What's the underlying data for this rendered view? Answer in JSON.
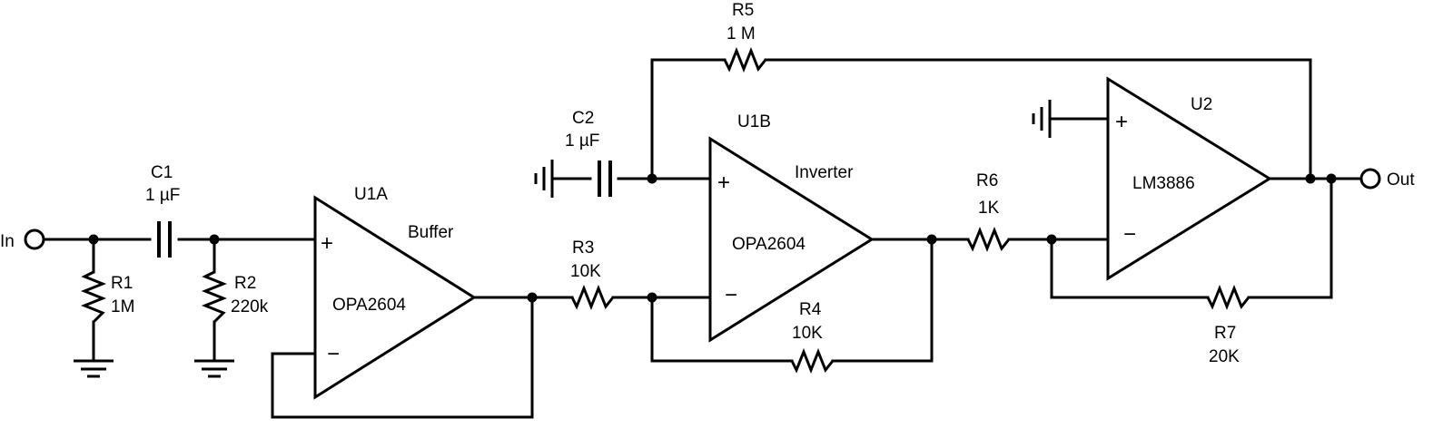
{
  "terminals": {
    "input": "In",
    "output": "Out"
  },
  "components": {
    "C1": {
      "ref": "C1",
      "value": "1 µF"
    },
    "C2": {
      "ref": "C2",
      "value": "1 µF"
    },
    "R1": {
      "ref": "R1",
      "value": "1M"
    },
    "R2": {
      "ref": "R2",
      "value": "220k"
    },
    "R3": {
      "ref": "R3",
      "value": "10K"
    },
    "R4": {
      "ref": "R4",
      "value": "10K"
    },
    "R5": {
      "ref": "R5",
      "value": "1 M"
    },
    "R6": {
      "ref": "R6",
      "value": "1K"
    },
    "R7": {
      "ref": "R7",
      "value": "20K"
    },
    "U1A": {
      "ref": "U1A",
      "part": "OPA2604",
      "role": "Buffer"
    },
    "U1B": {
      "ref": "U1B",
      "part": "OPA2604",
      "role": "Inverter"
    },
    "U2": {
      "ref": "U2",
      "part": "LM3886"
    }
  },
  "pins": {
    "plus": "+",
    "minus": "−"
  }
}
